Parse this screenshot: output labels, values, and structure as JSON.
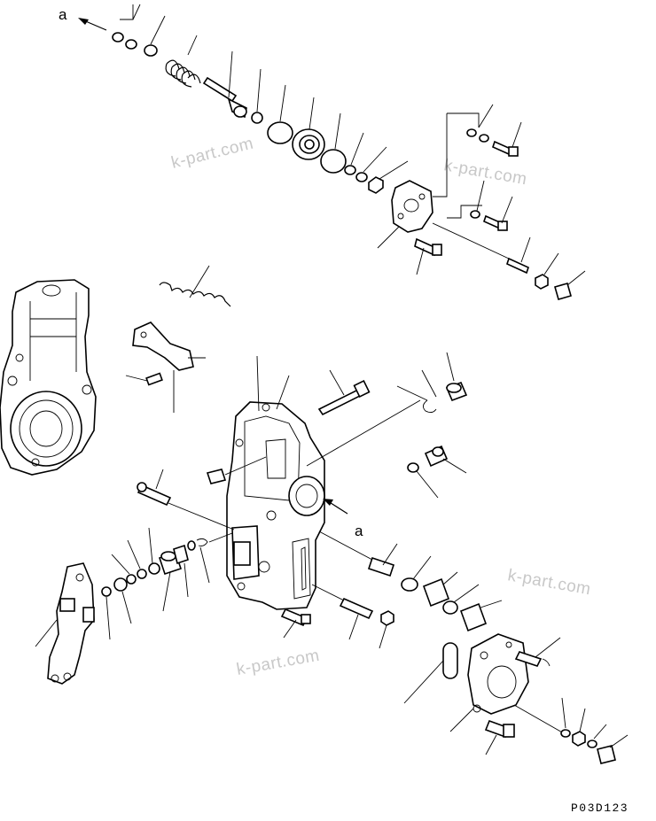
{
  "callouts": {
    "top_left": "a",
    "center_right": "a"
  },
  "watermarks": [
    "k-part.com",
    "k-part.com",
    "k-part.com",
    "k-part.com"
  ],
  "figure_code": "P03D123"
}
